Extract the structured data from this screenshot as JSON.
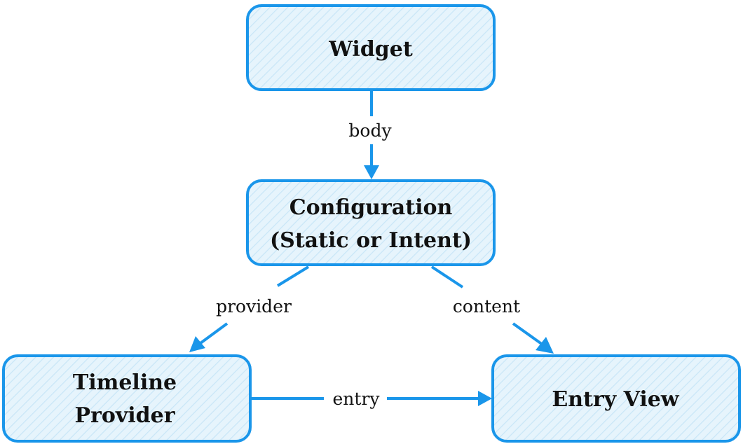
{
  "colors": {
    "node_fill": "#e6f4fc",
    "node_hatch": "#c3e2f5",
    "node_stroke": "#1a96ea",
    "edge": "#1a96ea",
    "text": "#111111"
  },
  "nodes": {
    "widget": {
      "label": "Widget"
    },
    "configuration": {
      "line1": "Configuration",
      "line2": "(Static or Intent)"
    },
    "timeline_provider": {
      "line1": "Timeline",
      "line2": "Provider"
    },
    "entry_view": {
      "label": "Entry View"
    }
  },
  "edges": {
    "body": {
      "label": "body"
    },
    "provider": {
      "label": "provider"
    },
    "content": {
      "label": "content"
    },
    "entry": {
      "label": "entry"
    }
  }
}
